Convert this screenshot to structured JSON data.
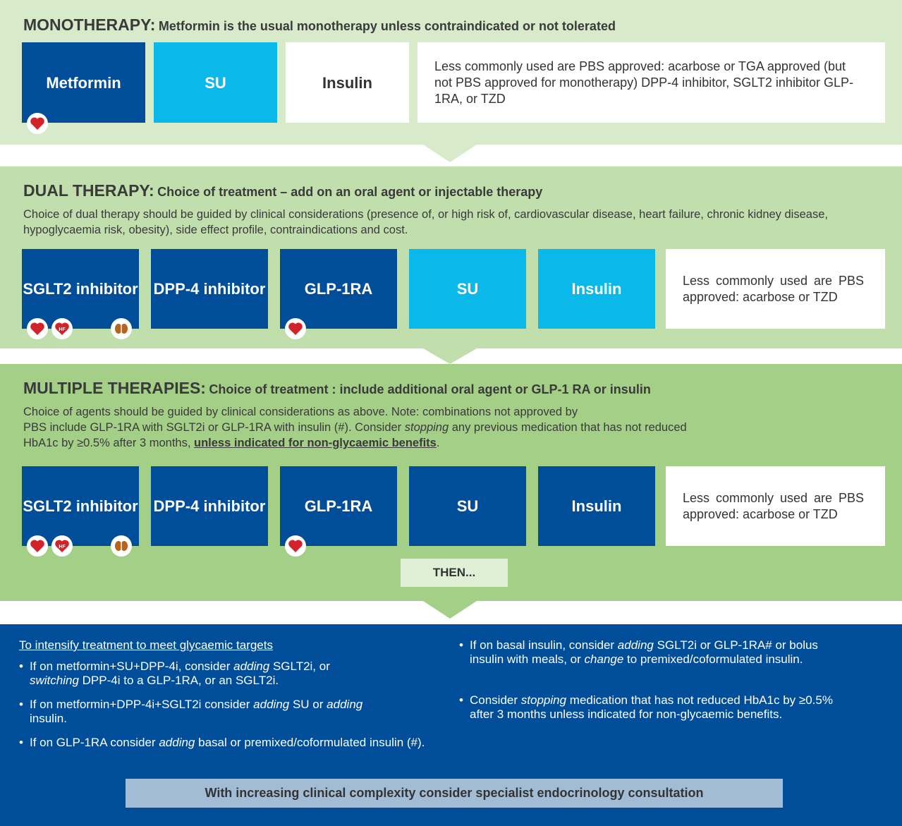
{
  "colors": {
    "mono_bg": "#d7ebcb",
    "dual_bg": "#c0dfac",
    "multi_bg": "#a4cf87",
    "intensify_bg": "#004d99",
    "dark_box": "#004d99",
    "light_box": "#0bb8ea",
    "heart_red": "#d2232a",
    "kidney_brown": "#b5651d"
  },
  "mono": {
    "title": "MONOTHERAPY:",
    "subtitle": "Metformin is the usual monotherapy unless contraindicated or not tolerated",
    "boxes": [
      "Metformin",
      "SU",
      "Insulin"
    ],
    "note": "Less commonly used are PBS approved: acarbose or TGA approved (but not PBS approved for monotherapy) DPP-4 inhibitor, SGLT2 inhibitor GLP-1RA, or TZD"
  },
  "dual": {
    "title": "DUAL THERAPY:",
    "subtitle": "Choice of treatment – add on an oral agent or injectable therapy",
    "para": "Choice of dual therapy should be guided by clinical considerations (presence of, or high risk of, cardiovascular disease, heart failure, chronic kidney disease, hypoglycaemia risk, obesity), side effect profile, contraindications and cost.",
    "boxes": [
      "SGLT2 inhibitor",
      "DPP-4 inhibitor",
      "GLP-1RA",
      "SU",
      "Insulin"
    ],
    "note": "Less commonly used are PBS approved: acarbose or TZD"
  },
  "multi": {
    "title": "MULTIPLE THERAPIES:",
    "subtitle": "Choice of treatment : include additional oral agent or GLP-1 RA or insulin",
    "para_1": "Choice of agents should be guided by clinical considerations as above. Note: combinations not approved by",
    "para_2": "PBS include GLP-1RA with SGLT2i or GLP-1RA with insulin (#). Consider",
    "para_2_em": "stopping",
    "para_2b": "any previous medication that has not reduced",
    "para_3": "HbA1c by ≥0.5% after 3 months,",
    "para_3_underline": "unless indicated for non-glycaemic benefits",
    "para_3_end": ".",
    "boxes": [
      "SGLT2 inhibitor",
      "DPP-4 inhibitor",
      "GLP-1RA",
      "SU",
      "Insulin"
    ],
    "note": "Less commonly used are PBS approved: acarbose or TZD",
    "then": "THEN..."
  },
  "icons": {
    "hf_label": "HF"
  },
  "intensify": {
    "heading": "To intensify treatment to meet glycaemic targets",
    "b1_a": "If on metformin+SU+DPP-4i, consider",
    "b1_em1": "adding",
    "b1_b": "SGLT2i, or",
    "b1_em2": "switching",
    "b1_c": "DPP-4i to a GLP-1RA, or an SGLT2i.",
    "b2_a": "If on metformin+DPP-4i+SGLT2i consider",
    "b2_em1": "adding",
    "b2_b": "SU or",
    "b2_em2": "adding",
    "b2_c": "insulin.",
    "b3_a": "If on GLP-1RA consider",
    "b3_em1": "adding",
    "b3_b": "basal or premixed/coformulated insulin (#).",
    "b4_a": "If on basal insulin, consider",
    "b4_em1": "adding",
    "b4_b": "SGLT2i or GLP-1RA# or bolus insulin with meals, or",
    "b4_em2": "change",
    "b4_c": "to premixed/coformulated insulin.",
    "b5_a": "Consider",
    "b5_em1": "stopping",
    "b5_b": "medication that has not reduced HbA1c by ≥0.5% after 3 months unless indicated for non-glycaemic benefits.",
    "consult": "With increasing clinical complexity consider specialist endocrinology consultation"
  }
}
